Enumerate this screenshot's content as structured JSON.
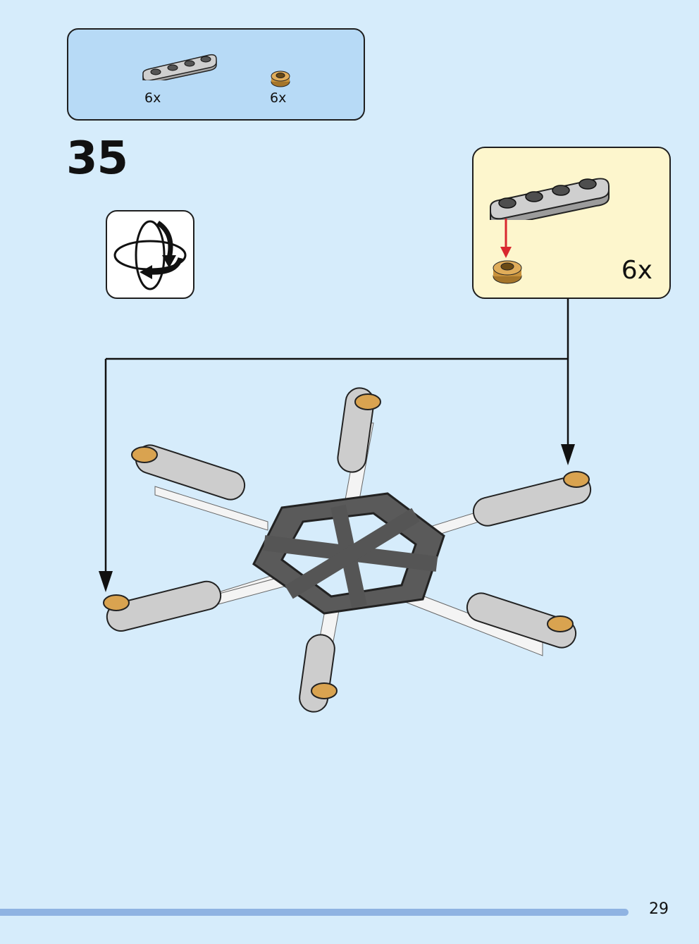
{
  "parts_list": {
    "items": [
      {
        "icon": "grey-plate-1x4-rounded-icon",
        "quantity": "6x"
      },
      {
        "icon": "gold-round-tile-icon",
        "quantity": "6x"
      }
    ]
  },
  "step": {
    "number": "35"
  },
  "rotate": {
    "icon": "rotate-model-icon"
  },
  "sub_assembly": {
    "quantity": "6x",
    "arrow_color": "#d9282f"
  },
  "page": {
    "number": "29"
  },
  "colors": {
    "background": "#d6ecfb",
    "parts_box": "#b7daf6",
    "sub_box": "#fdf6cd",
    "bar": "#8fb3e2"
  }
}
